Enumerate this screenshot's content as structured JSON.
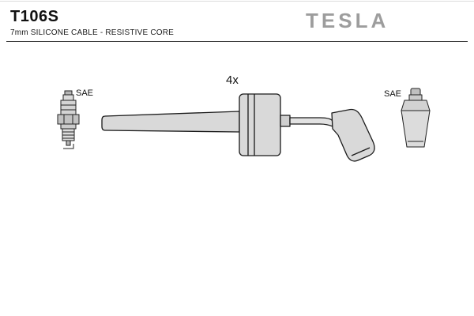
{
  "header": {
    "part_number": "T106S",
    "description": "7mm SILICONE CABLE - RESISTIVE CORE",
    "brand": "TESLA"
  },
  "diagram": {
    "left_terminal_label": "SAE",
    "quantity_label": "4x",
    "right_terminal_label": "SAE"
  },
  "colors": {
    "brand_gray": "#9d9d9d",
    "outline": "#1a1a1a",
    "fill_light": "#d9d9d9"
  }
}
